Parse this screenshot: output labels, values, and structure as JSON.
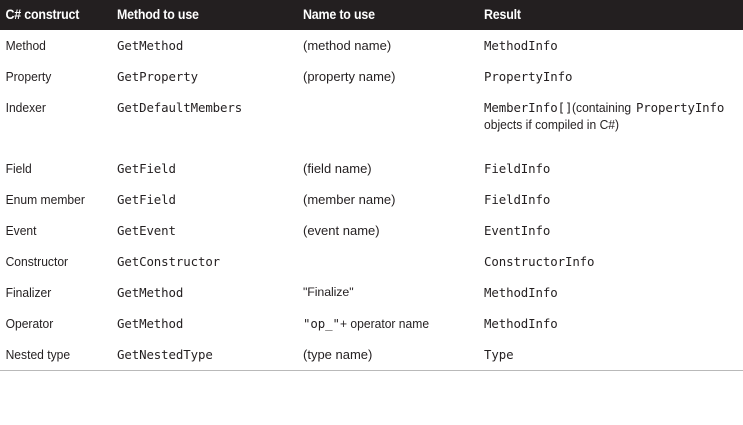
{
  "table": {
    "columns": [
      {
        "key": "construct",
        "label": "C# construct"
      },
      {
        "key": "method",
        "label": "Method to use"
      },
      {
        "key": "name",
        "label": "Name to use"
      },
      {
        "key": "result",
        "label": "Result"
      }
    ],
    "header_background": "#231f20",
    "header_text_color": "#ffffff",
    "rule_color": "#b9b9b9",
    "rows": [
      {
        "construct": "Method",
        "method": "GetMethod",
        "name": "(method name)",
        "result": "MethodInfo"
      },
      {
        "construct": "Property",
        "method": "GetProperty",
        "name": "(property name)",
        "result": "PropertyInfo"
      },
      {
        "construct": "Indexer",
        "method": "GetDefaultMembers",
        "name": "",
        "result_parts": [
          {
            "text": "MemberInfo[]",
            "style": "mono"
          },
          {
            "text": " (containing ",
            "style": "prose"
          },
          {
            "text": "PropertyInfo",
            "style": "mono"
          },
          {
            "text": " objects if compiled in C#)",
            "style": "prose"
          }
        ]
      },
      {
        "construct": "Field",
        "method": "GetField",
        "name": "(field name)",
        "result": "FieldInfo"
      },
      {
        "construct": "Enum member",
        "method": "GetField",
        "name": "(member name)",
        "result": "FieldInfo"
      },
      {
        "construct": "Event",
        "method": "GetEvent",
        "name": "(event name)",
        "result": "EventInfo"
      },
      {
        "construct": "Constructor",
        "method": "GetConstructor",
        "name": "",
        "result": "ConstructorInfo"
      },
      {
        "construct": "Finalizer",
        "method": "GetMethod",
        "name": "\"Finalize\"",
        "result": "MethodInfo"
      },
      {
        "construct": "Operator",
        "method": "GetMethod",
        "name_parts": [
          {
            "text": "\"op_\"",
            "style": "mono"
          },
          {
            "text": " + operator name",
            "style": "prose"
          }
        ],
        "result": "MethodInfo"
      },
      {
        "construct": "Nested type",
        "method": "GetNestedType",
        "name": "(type name)",
        "result": "Type"
      }
    ]
  }
}
